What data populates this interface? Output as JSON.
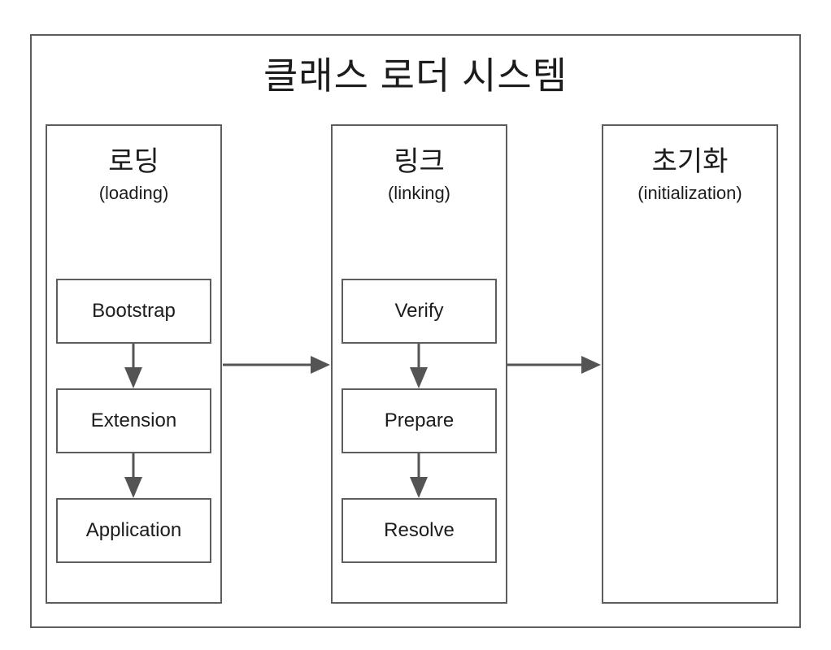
{
  "diagram": {
    "title": "클래스 로더 시스템",
    "columns": [
      {
        "id": "loading",
        "title_ko": "로딩",
        "title_en": "(loading)",
        "nodes": [
          "Bootstrap",
          "Extension",
          "Application"
        ]
      },
      {
        "id": "linking",
        "title_ko": "링크",
        "title_en": "(linking)",
        "nodes": [
          "Verify",
          "Prepare",
          "Resolve"
        ]
      },
      {
        "id": "initialization",
        "title_ko": "초기화",
        "title_en": "(initialization)",
        "nodes": []
      }
    ],
    "flow": [
      "로딩 → 링크",
      "링크 → 초기화",
      "Bootstrap → Extension → Application",
      "Verify → Prepare → Resolve"
    ],
    "colors": {
      "line": "#5d5d5d",
      "arrow": "#545454",
      "text": "#1c1c1c",
      "background": "#ffffff"
    }
  }
}
